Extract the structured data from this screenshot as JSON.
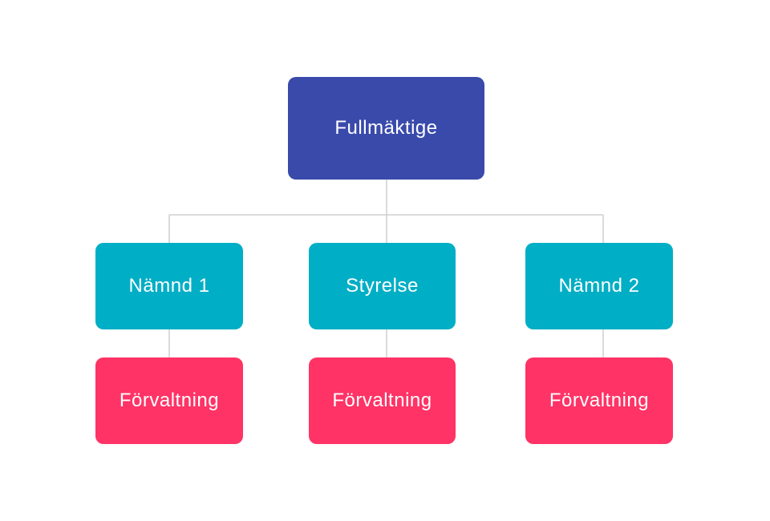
{
  "colors": {
    "root": "#3a4aab",
    "committee": "#00aec5",
    "administration": "#ff3366",
    "connector": "#cfcfcf"
  },
  "chart": {
    "root": {
      "label": "Fullmäktige"
    },
    "branches": [
      {
        "label": "Nämnd 1",
        "child": "Förvaltning"
      },
      {
        "label": "Styrelse",
        "child": "Förvaltning"
      },
      {
        "label": "Nämnd 2",
        "child": "Förvaltning"
      }
    ]
  }
}
